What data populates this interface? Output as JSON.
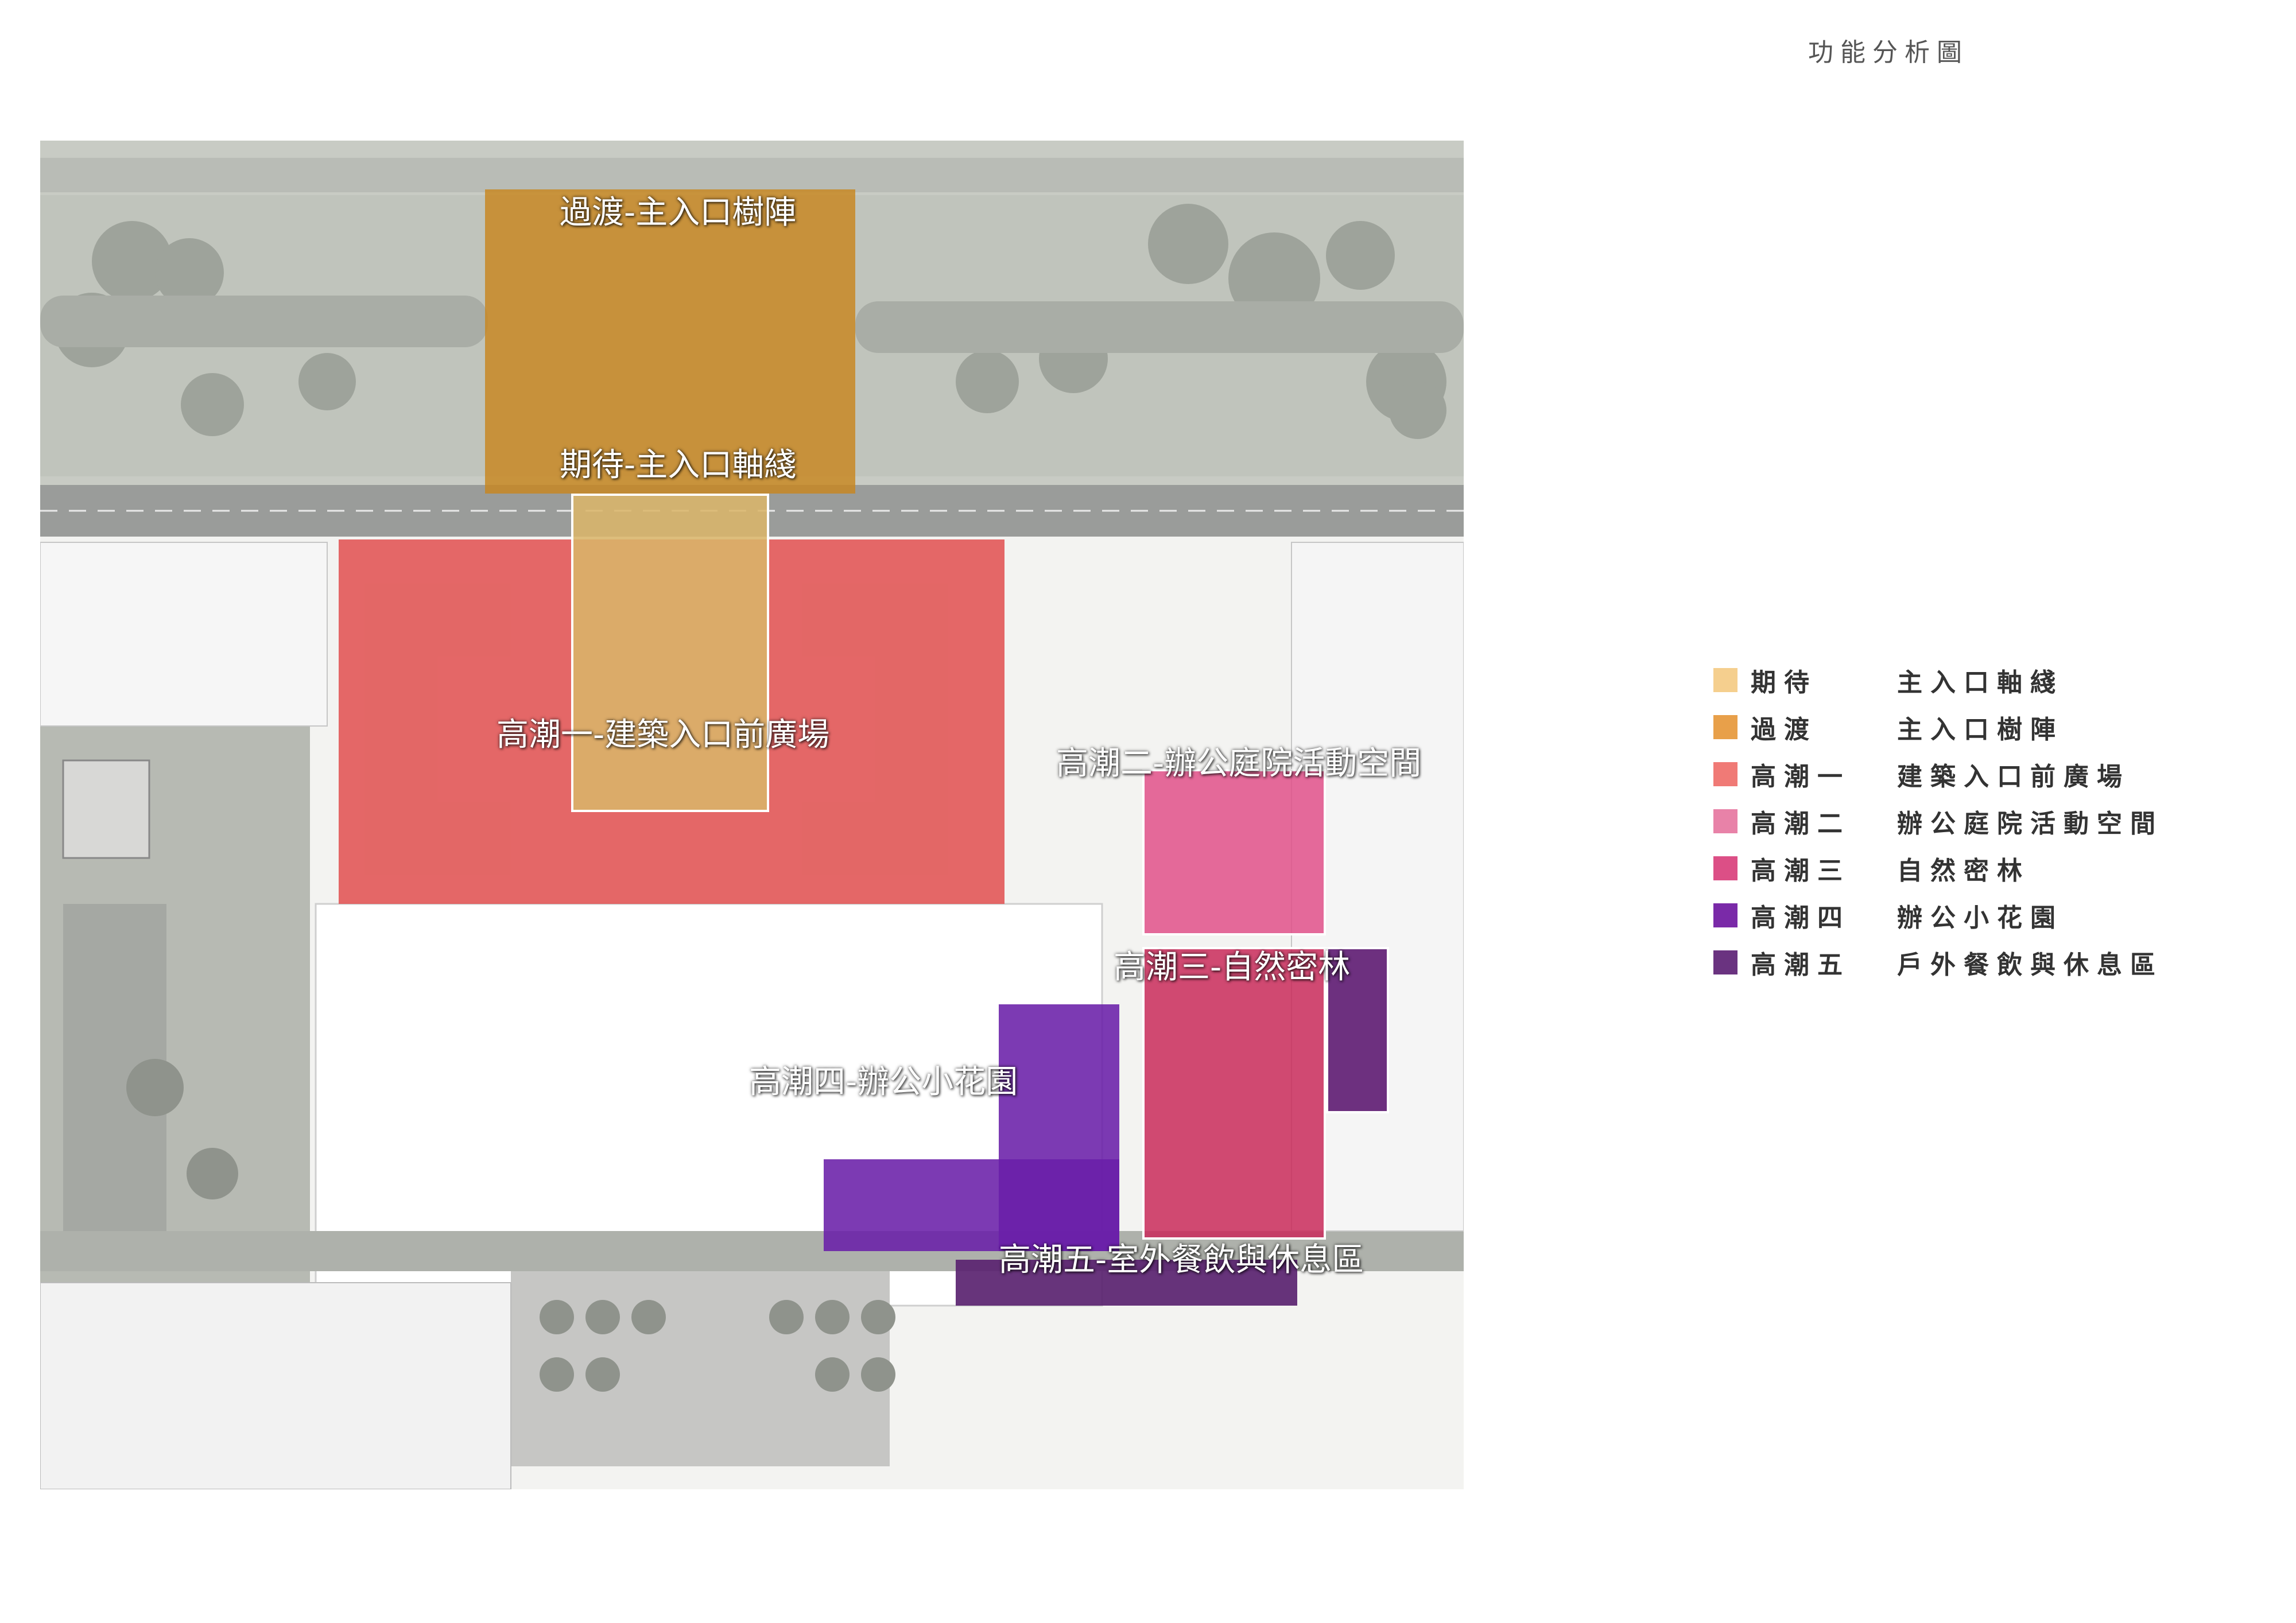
{
  "page": {
    "title": "功能分析圖"
  },
  "zones": {
    "transition": {
      "label": "過渡-主入口樹陣",
      "color": "#c8861e"
    },
    "anticipation": {
      "label": "期待-主入口軸綫",
      "color": "#d9b56a"
    },
    "climax1": {
      "label": "高潮一-建築入口前廣場",
      "color": "#e04848"
    },
    "climax2": {
      "label": "高潮二-辦公庭院活動空間",
      "color": "#e0508a"
    },
    "climax3": {
      "label": "高潮三-自然密林",
      "color": "#c92a5a"
    },
    "climax4": {
      "label": "高潮四-辦公小花園",
      "color": "#6a1fa8"
    },
    "climax5": {
      "label": "高潮五-室外餐飲與休息區",
      "color": "#5a2370"
    }
  },
  "legend": {
    "items": [
      {
        "term": "期待",
        "desc": "主入口軸綫",
        "color": "#f5cf8e"
      },
      {
        "term": "過渡",
        "desc": "主入口樹陣",
        "color": "#e8a04a"
      },
      {
        "term": "高潮一",
        "desc": "建築入口前廣場",
        "color": "#f07a76"
      },
      {
        "term": "高潮二",
        "desc": "辦公庭院活動空間",
        "color": "#e882a8"
      },
      {
        "term": "高潮三",
        "desc": "自然密林",
        "color": "#dc4f86"
      },
      {
        "term": "高潮四",
        "desc": "辦公小花園",
        "color": "#7a2aa8"
      },
      {
        "term": "高潮五",
        "desc": "戶外餐飲與休息區",
        "color": "#6a3380"
      }
    ]
  }
}
